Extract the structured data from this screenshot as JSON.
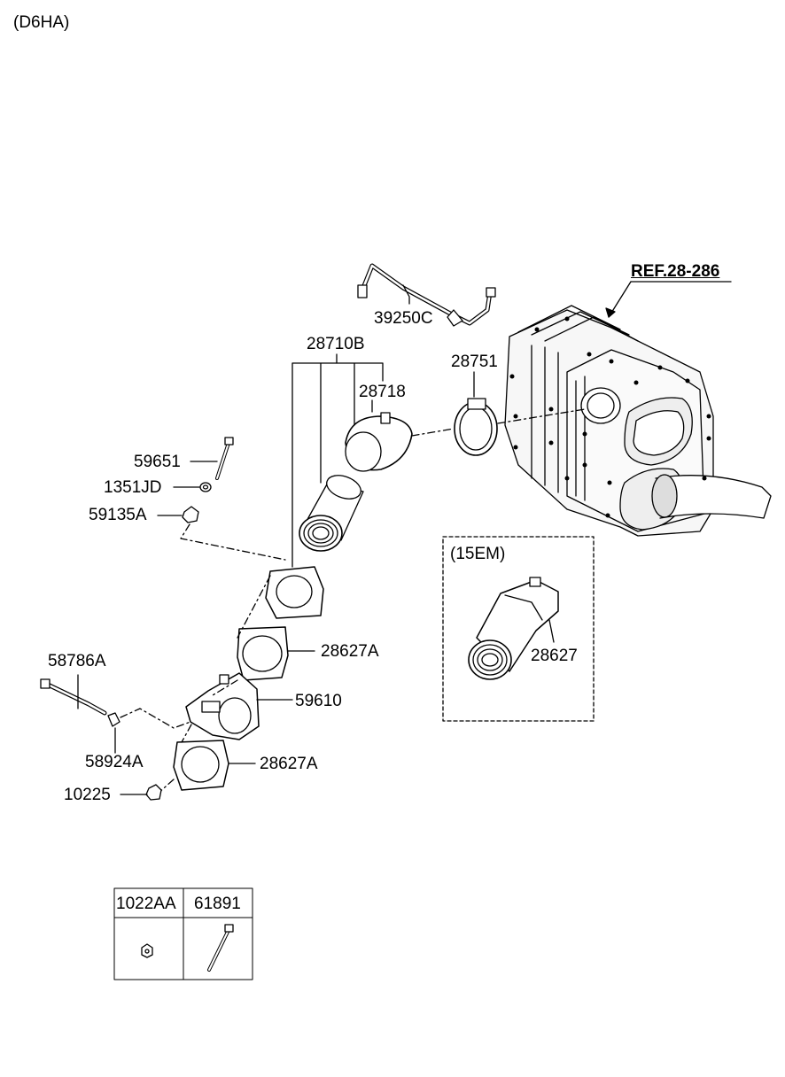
{
  "model_code": "(D6HA)",
  "ref_label": "REF.28-286",
  "inset": {
    "title": "(15EM)",
    "part": "28627"
  },
  "parts": {
    "p39250C": "39250C",
    "p28710B": "28710B",
    "p28751": "28751",
    "p28718": "28718",
    "p59651": "59651",
    "p1351JD": "1351JD",
    "p59135A": "59135A",
    "p58786A": "58786A",
    "p28627A_upper": "28627A",
    "p59610": "59610",
    "p58924A": "58924A",
    "p28627A_lower": "28627A",
    "p10225": "10225"
  },
  "legend_table": {
    "headers": [
      "1022AA",
      "61891"
    ],
    "icons": [
      "nut-icon",
      "bolt-icon"
    ]
  }
}
